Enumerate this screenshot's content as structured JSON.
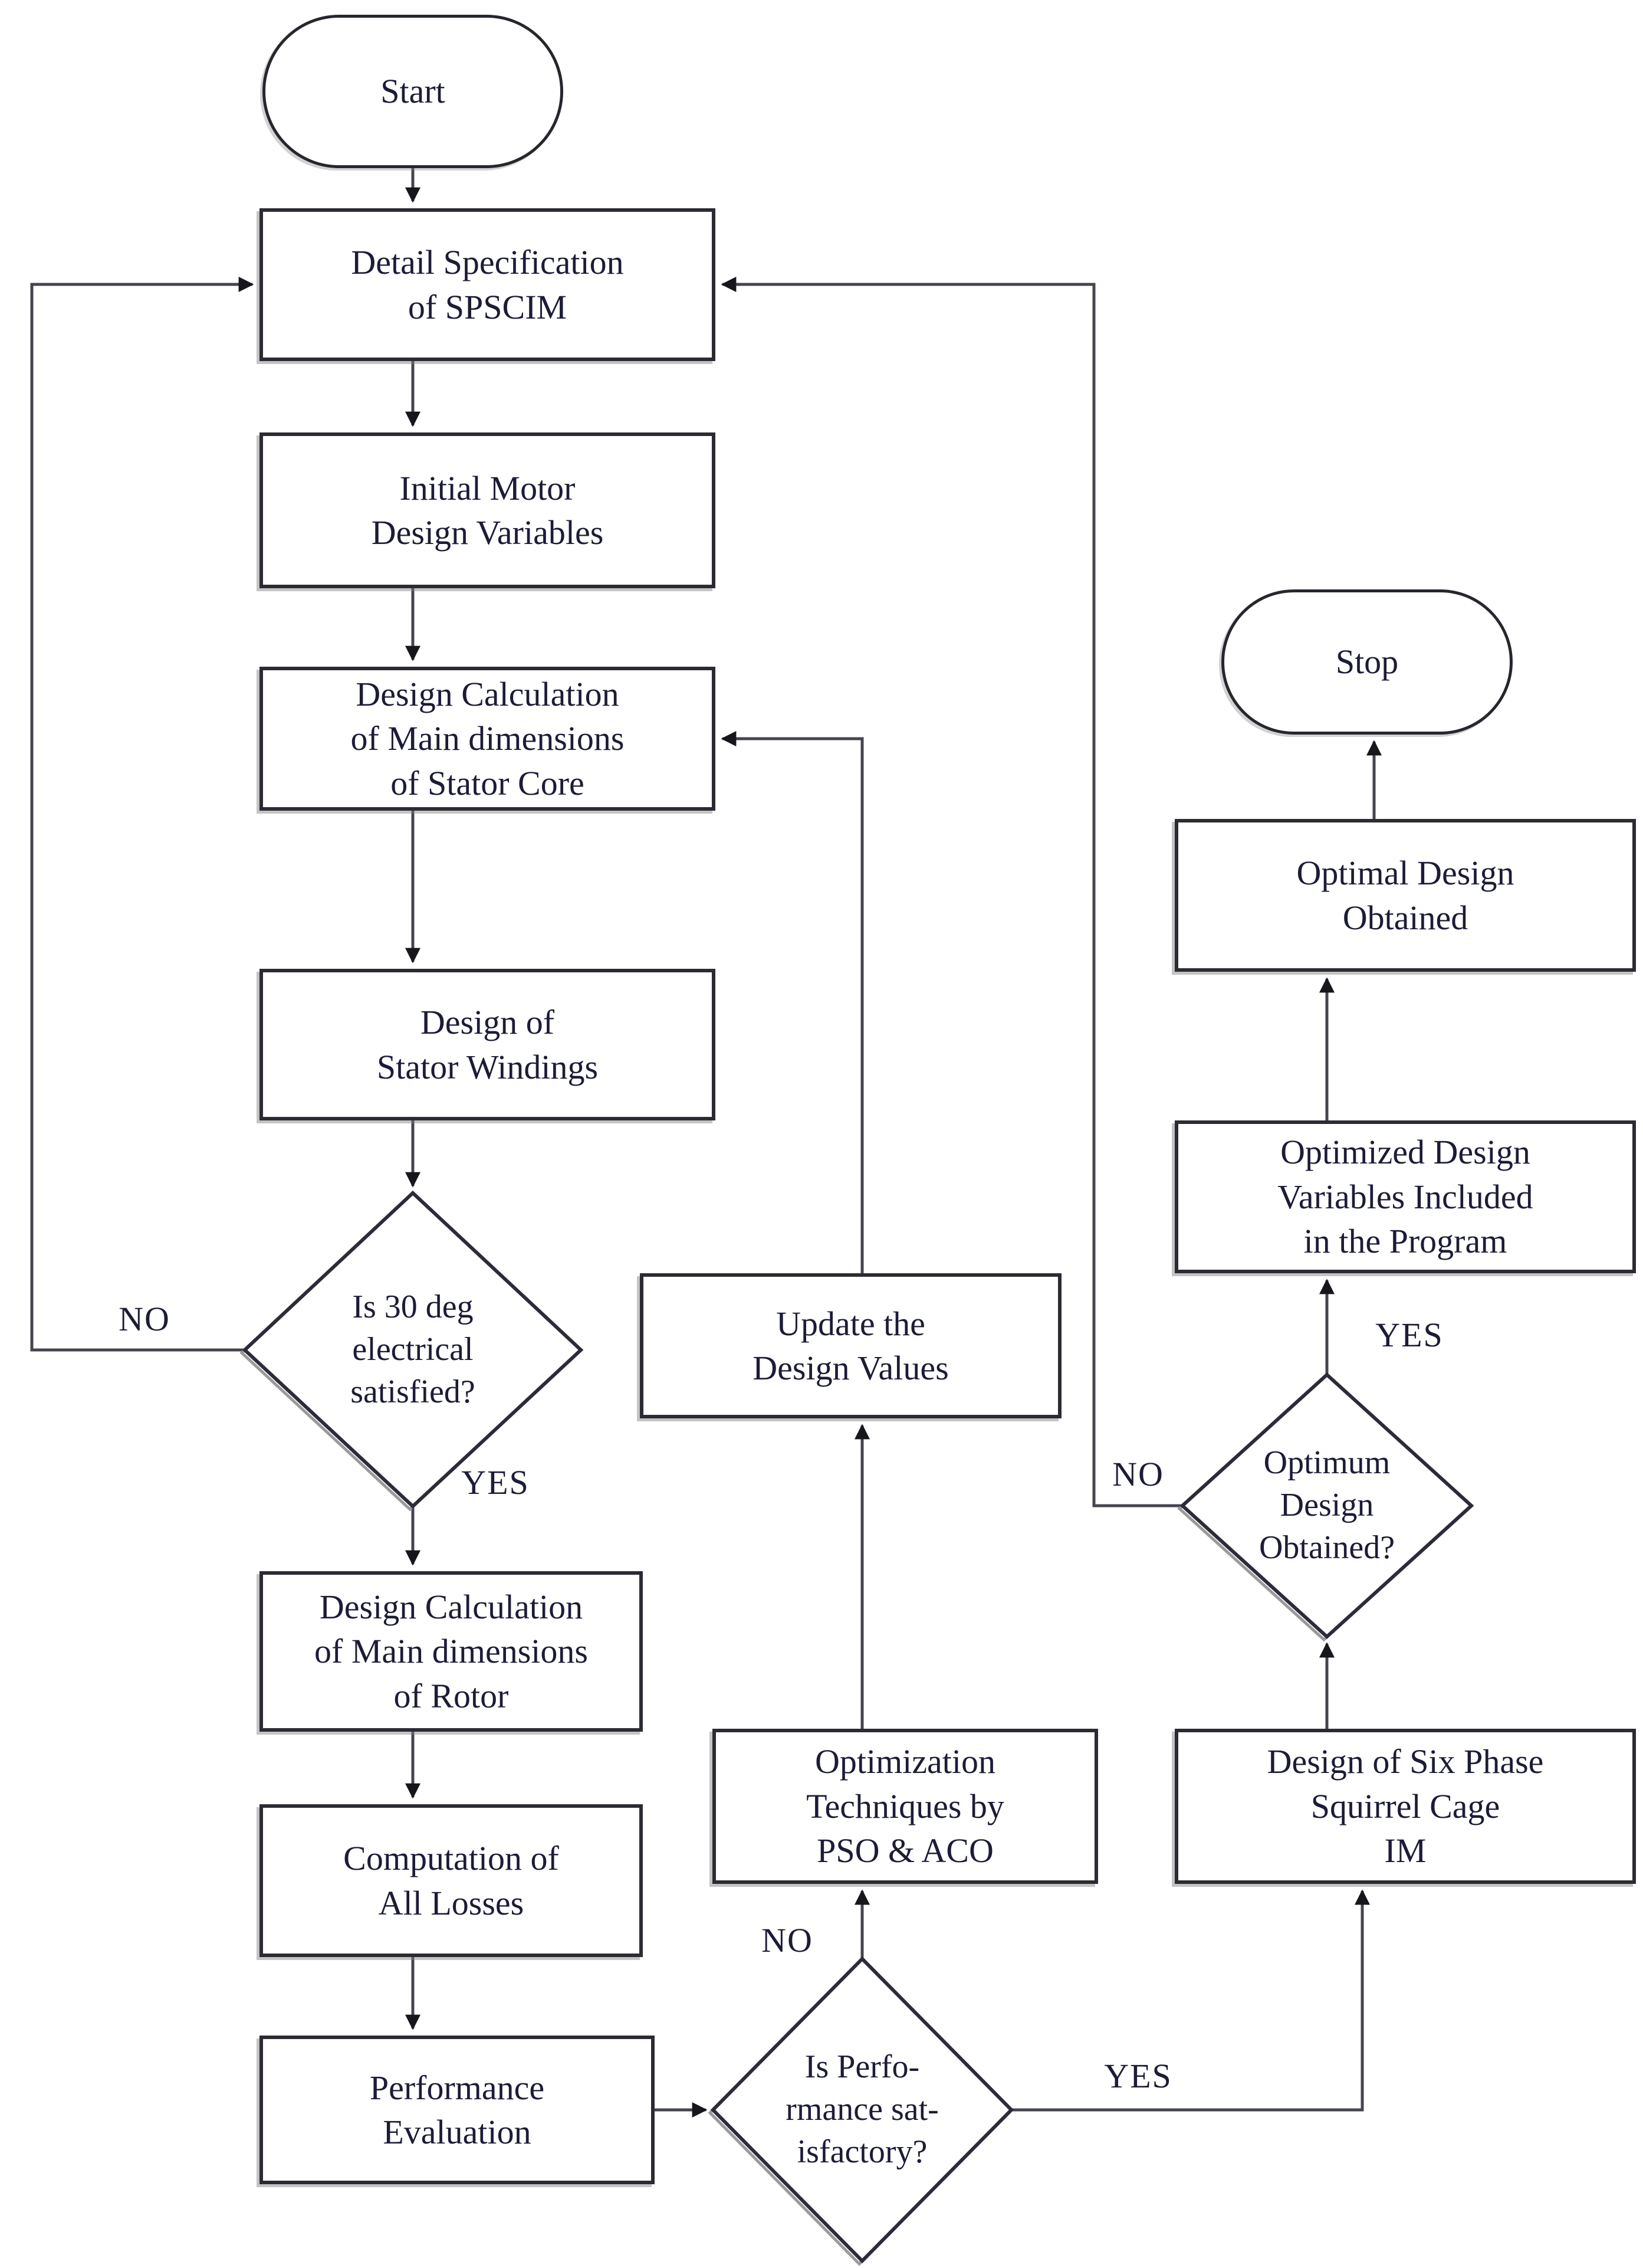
{
  "figure": {
    "type": "flowchart",
    "background_color": "#ffffff",
    "line_color": "#454550",
    "text_color": "#1c1c38",
    "arrow_color": "#16161c"
  },
  "nodes": {
    "start": {
      "label": "Start",
      "shape": "terminator"
    },
    "detail_spec": {
      "label": "Detail Specification\nof SPSCIM",
      "shape": "process"
    },
    "initial_motor": {
      "label": "Initial Motor\nDesign Variables",
      "shape": "process"
    },
    "stator_core": {
      "label": "Design Calculation\nof Main dimensions\nof Stator Core",
      "shape": "process"
    },
    "stator_windings": {
      "label": "Design of\nStator Windings",
      "shape": "process"
    },
    "deg30_decision": {
      "label": "Is 30 deg\nelectrical\nsatisfied?",
      "shape": "decision"
    },
    "rotor_calc": {
      "label": "Design Calculation\nof Main dimensions\nof Rotor",
      "shape": "process"
    },
    "losses": {
      "label": "Computation of\nAll Losses",
      "shape": "process"
    },
    "performance": {
      "label": "Performance\nEvaluation",
      "shape": "process"
    },
    "perf_decision": {
      "label": "Is Perfo-\nrmance sat-\nisfactory?",
      "shape": "decision"
    },
    "update_values": {
      "label": "Update the\nDesign Values",
      "shape": "process"
    },
    "optimization": {
      "label": "Optimization\nTechniques by\nPSO & ACO",
      "shape": "process"
    },
    "six_phase": {
      "label": "Design of Six Phase\nSquirrel Cage\nIM",
      "shape": "process"
    },
    "optimum_decision": {
      "label": "Optimum\nDesign\nObtained?",
      "shape": "decision"
    },
    "optimized_vars": {
      "label": "Optimized Design\nVariables Included\nin the Program",
      "shape": "process"
    },
    "optimal_design": {
      "label": "Optimal Design\nObtained",
      "shape": "process"
    },
    "stop": {
      "label": "Stop",
      "shape": "terminator"
    }
  },
  "edge_labels": {
    "deg30_no": "NO",
    "deg30_yes": "YES",
    "perf_no": "NO",
    "perf_yes": "YES",
    "optimum_no": "NO",
    "optimum_yes": "YES"
  }
}
